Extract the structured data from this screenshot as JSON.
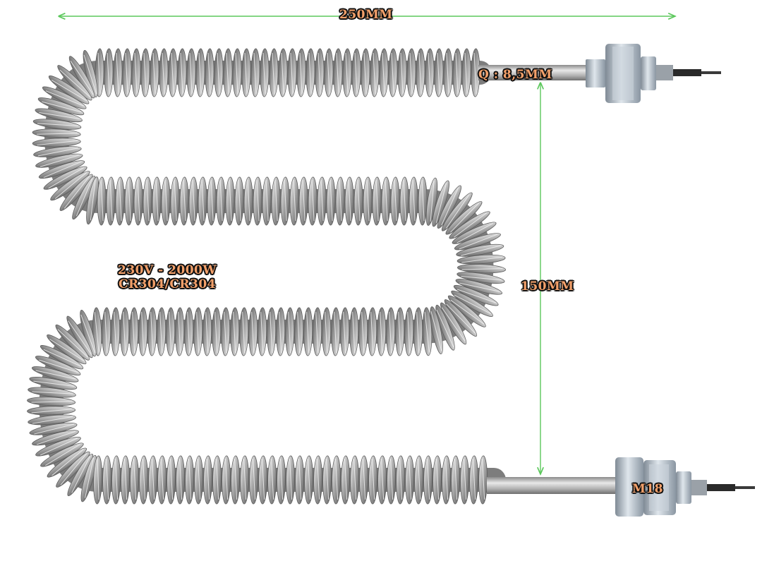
{
  "labels": {
    "width": "250MM",
    "height": "150MM",
    "diameter": "Q : 8,5MM",
    "power_line1": "230V - 2000W",
    "power_line2": "CR304/CR304",
    "thread": "M18"
  },
  "colors": {
    "dimension_line": "#5cc85c",
    "label_fill": "#f3a06a",
    "label_outline": "#111111",
    "fin_light": "#e4e4e4",
    "fin_dark": "#6e6e6e",
    "tube": "#b9b9b9",
    "nut": "#a9b4bf"
  }
}
